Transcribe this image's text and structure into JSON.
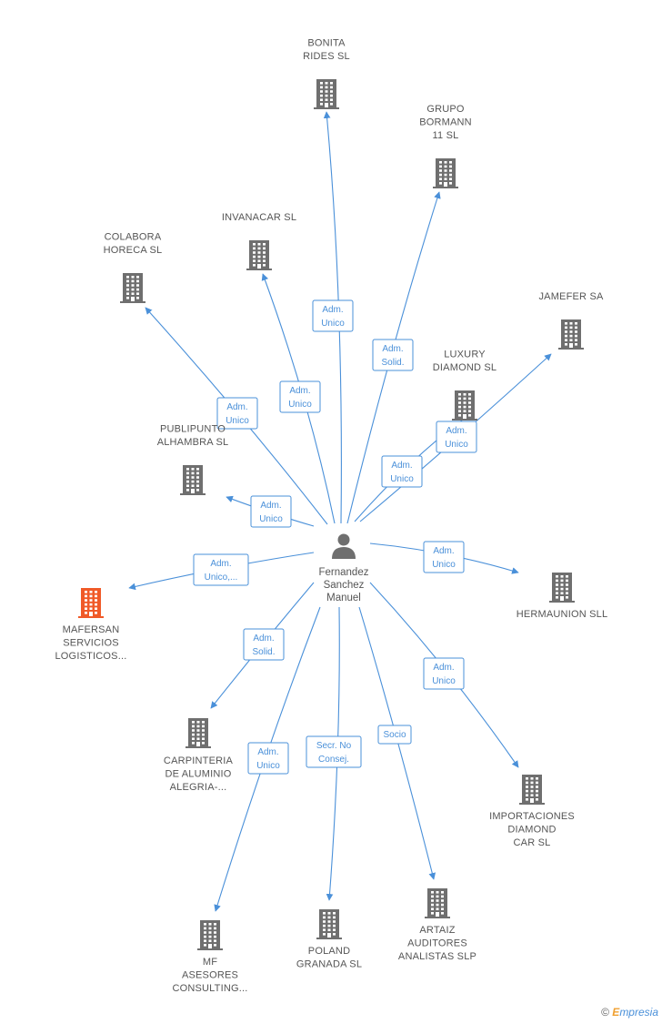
{
  "center": {
    "name": [
      "Fernandez",
      "Sanchez",
      "Manuel"
    ]
  },
  "nodes": [
    {
      "id": "bonita",
      "label": [
        "BONITA",
        "RIDES SL"
      ],
      "active": false
    },
    {
      "id": "bormann",
      "label": [
        "GRUPO",
        "BORMANN",
        "11 SL"
      ],
      "active": false
    },
    {
      "id": "invanacar",
      "label": [
        "INVANACAR SL"
      ],
      "active": false
    },
    {
      "id": "colabora",
      "label": [
        "COLABORA",
        "HORECA SL"
      ],
      "active": false
    },
    {
      "id": "jamefer",
      "label": [
        "JAMEFER SA"
      ],
      "active": false
    },
    {
      "id": "luxury",
      "label": [
        "LUXURY",
        "DIAMOND SL"
      ],
      "active": false
    },
    {
      "id": "publipunto",
      "label": [
        "PUBLIPUNTO",
        "ALHAMBRA SL"
      ],
      "active": false
    },
    {
      "id": "mafersan",
      "label": [
        "MAFERSAN",
        "SERVICIOS",
        "LOGISTICOS..."
      ],
      "active": true
    },
    {
      "id": "hermaunion",
      "label": [
        "HERMAUNION SLL"
      ],
      "active": false
    },
    {
      "id": "carpinteria",
      "label": [
        "CARPINTERIA",
        "DE ALUMINIO",
        "ALEGRIA-..."
      ],
      "active": false
    },
    {
      "id": "importaciones",
      "label": [
        "IMPORTACIONES",
        "DIAMOND",
        "CAR SL"
      ],
      "active": false
    },
    {
      "id": "mf",
      "label": [
        "MF",
        "ASESORES",
        "CONSULTING..."
      ],
      "active": false
    },
    {
      "id": "poland",
      "label": [
        "POLAND",
        "GRANADA SL"
      ],
      "active": false
    },
    {
      "id": "artaiz",
      "label": [
        "ARTAIZ",
        "AUDITORES",
        "ANALISTAS SLP"
      ],
      "active": false
    }
  ],
  "edges": [
    {
      "to": "bonita",
      "role": [
        "Adm.",
        "Unico"
      ]
    },
    {
      "to": "bormann",
      "role": [
        "Adm.",
        "Solid."
      ]
    },
    {
      "to": "invanacar",
      "role": [
        "Adm.",
        "Unico"
      ]
    },
    {
      "to": "colabora",
      "role": [
        "Adm.",
        "Unico"
      ]
    },
    {
      "to": "jamefer",
      "role": [
        "Adm.",
        "Unico"
      ]
    },
    {
      "to": "luxury",
      "role": [
        "Adm.",
        "Unico"
      ]
    },
    {
      "to": "publipunto",
      "role": [
        "Adm.",
        "Unico"
      ]
    },
    {
      "to": "mafersan",
      "role": [
        "Adm.",
        "Unico,..."
      ]
    },
    {
      "to": "hermaunion",
      "role": [
        "Adm.",
        "Unico"
      ]
    },
    {
      "to": "carpinteria",
      "role": [
        "Adm.",
        "Solid."
      ]
    },
    {
      "to": "importaciones",
      "role": [
        "Adm.",
        "Unico"
      ]
    },
    {
      "to": "mf",
      "role": [
        "Adm.",
        "Unico"
      ]
    },
    {
      "to": "poland",
      "role": [
        "Secr. No",
        "Consej."
      ]
    },
    {
      "to": "artaiz",
      "role": [
        "Socio"
      ]
    }
  ],
  "colors": {
    "edge": "#4a90d9",
    "building": "#6f6f6f",
    "building_active": "#f05a28",
    "person": "#6f6f6f"
  },
  "footer": {
    "copyright": "©",
    "brand_e": "E",
    "brand_rest": "mpresia"
  }
}
